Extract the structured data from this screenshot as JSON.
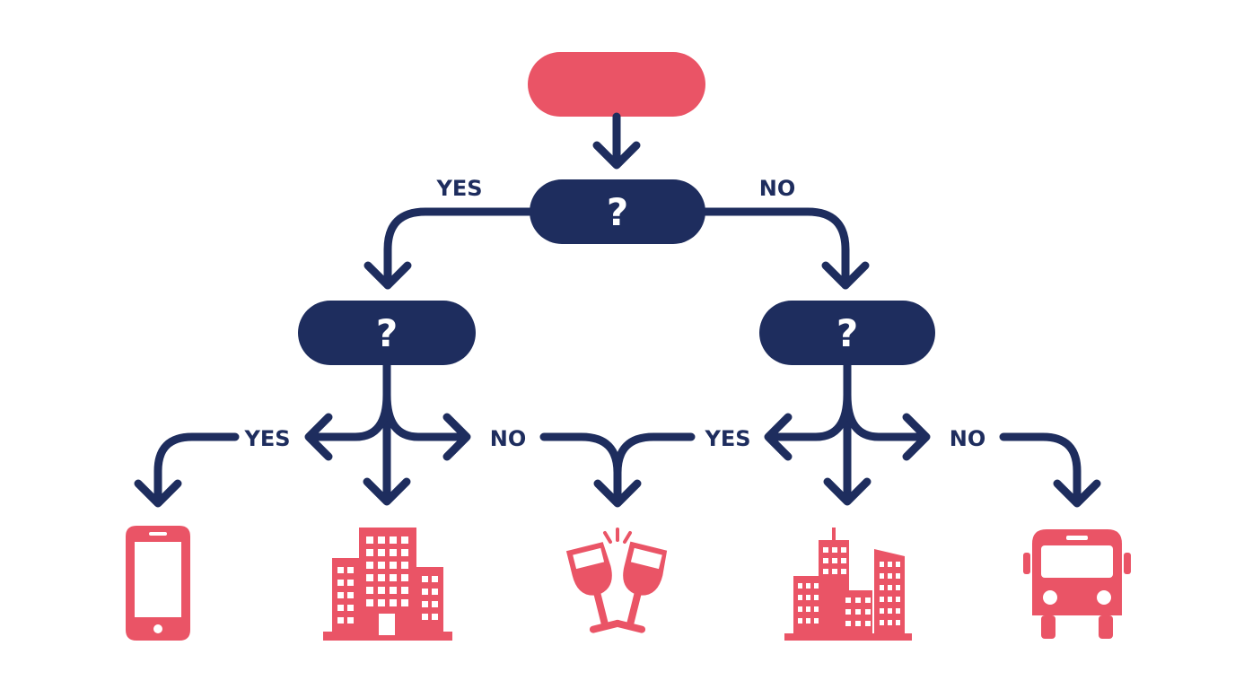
{
  "colors": {
    "navy": "#1e2d5e",
    "accent": "#ea5466",
    "background": "#ffffff",
    "text_on_node": "#ffffff"
  },
  "nodes": {
    "start": {
      "label": ""
    },
    "q_root": {
      "label": "?"
    },
    "q_left": {
      "label": "?"
    },
    "q_right": {
      "label": "?"
    }
  },
  "edge_labels": {
    "root_yes": "YES",
    "root_no": "NO",
    "left_yes": "YES",
    "left_no": "NO",
    "right_yes": "YES",
    "right_no": "NO"
  },
  "outcomes": [
    {
      "icon": "smartphone-icon"
    },
    {
      "icon": "office-building-icon"
    },
    {
      "icon": "wine-toast-icon"
    },
    {
      "icon": "city-skyline-icon"
    },
    {
      "icon": "bus-icon"
    }
  ]
}
